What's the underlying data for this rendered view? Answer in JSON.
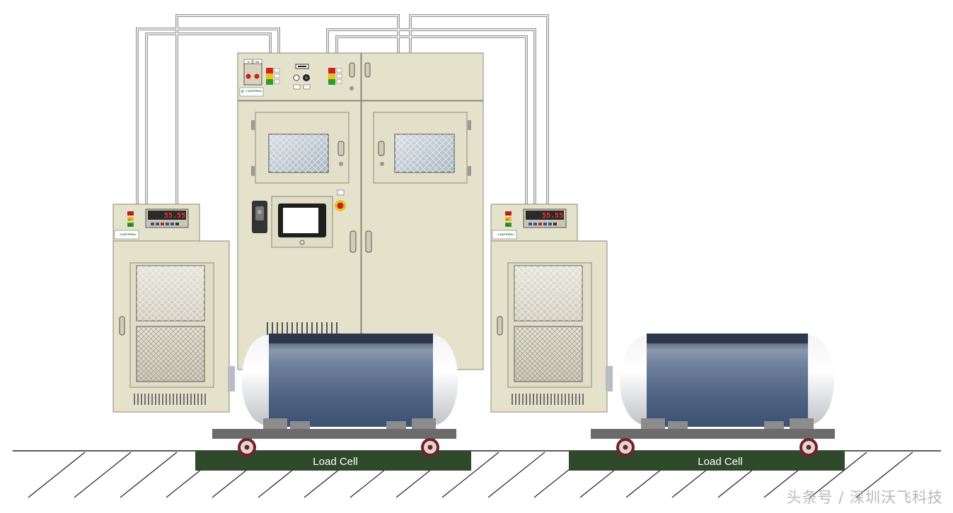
{
  "scale_cabinets": [
    {
      "display_value": "55.55",
      "lights": [
        "FB",
        "NT",
        "PA"
      ]
    },
    {
      "display_value": "55.55",
      "lights": [
        "FB",
        "NT",
        "PA"
      ]
    }
  ],
  "control_cabinet": {
    "switch_labels": [
      "B",
      "BB"
    ],
    "logo_text": "J-MATERIAL"
  },
  "load_cells": [
    {
      "label": "Load Cell"
    },
    {
      "label": "Load Cell"
    }
  ],
  "watermark": "头条号 / 深圳沃飞科技",
  "colors": {
    "cabinet": "#e5e2cc",
    "cabinet_edge": "#8b8a76",
    "load_cell": "#2f4a2a",
    "cart": "#6b6b6b",
    "tank_body": "#5f7290",
    "tank_cap": "#e2e3e5",
    "display_red": "#ff3030"
  }
}
